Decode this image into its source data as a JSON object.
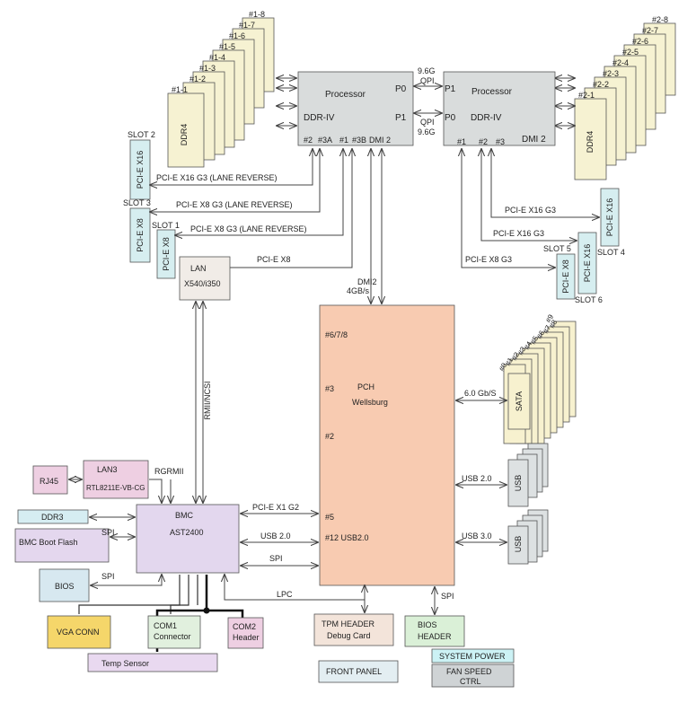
{
  "processors": {
    "cpu1": {
      "title": "Processor",
      "mem_label": "DDR-IV",
      "p0": "P0",
      "p1": "P1",
      "port_labels": [
        "#2",
        "#3A",
        "#1",
        "#3B",
        "DMI 2"
      ]
    },
    "cpu2": {
      "title": "Processor",
      "mem_label": "DDR-IV",
      "p1": "P1",
      "p0": "P0",
      "dmi": "DMI 2",
      "port_labels": [
        "#1",
        "#2",
        "#3"
      ]
    },
    "qpi": {
      "top_speed": "9.6G",
      "top_label": "QPI",
      "bottom_label": "QPI",
      "bottom_speed": "9.6G"
    }
  },
  "dimms": {
    "cpu1": [
      "#1-8",
      "#1-7",
      "#1-6",
      "#1-5",
      "#1-4",
      "#1-3",
      "#1-2",
      "#1-1"
    ],
    "cpu2": [
      "#2-8",
      "#2-7",
      "#2-6",
      "#2-5",
      "#2-4",
      "#2-3",
      "#2-2",
      "#2-1"
    ],
    "type_label": "DDR4"
  },
  "slots": {
    "slot2": {
      "name": "SLOT 2",
      "label": "PCI-E X16"
    },
    "slot3": {
      "name": "SLOT 3",
      "label": "PCI-E X8"
    },
    "slot1": {
      "name": "SLOT 1",
      "label": "PCI-E X8"
    },
    "slot4": {
      "name": "SLOT 4",
      "label": "PCI-E X16"
    },
    "slot5": {
      "name": "SLOT 5",
      "label": "PCI-E X8"
    },
    "slot6": {
      "name": "SLOT 6",
      "label": "PCI-E X16"
    }
  },
  "links": {
    "cpu1_slot2": "PCI-E X16 G3 (LANE REVERSE)",
    "cpu1_slot3": "PCI-E X8 G3 (LANE REVERSE)",
    "cpu1_slot1": "PCI-E X8 G3 (LANE REVERSE)",
    "cpu1_lan": "PCI-E X8",
    "dmi_line1": "DMI2",
    "dmi_line2": "4GB/s",
    "cpu2_slot4": "PCI-E X16 G3",
    "cpu2_slot6": "PCI-E X16 G3",
    "cpu2_slot5": "PCI-E X8 G3",
    "rmii": "RMII/NCSI",
    "rgrmii": "RGRMII",
    "bmc_pcie": "PCI-E X1 G2",
    "bmc_usb": "USB 2.0",
    "bmc_spi": "SPI",
    "lpc": "LPC",
    "pch_bios_spi": "SPI",
    "ddr3_spi": "SPI",
    "bios_spi": "SPI",
    "sata_speed": "6.0 Gb/S",
    "usb2": "USB 2.0",
    "usb3": "USB 3.0"
  },
  "lan": {
    "title": "LAN",
    "model": "X540/i350"
  },
  "pch": {
    "title": "PCH",
    "name": "Wellsburg",
    "p678": "#6/7/8",
    "p3": "#3",
    "p2": "#2",
    "p5": "#5",
    "p12": "#12 USB2.0"
  },
  "sata": {
    "label": "SATA",
    "port_labels": [
      "#0",
      "#1",
      "#2",
      "#3",
      "#4",
      "#5",
      "#6",
      "#7",
      "#8",
      "#9"
    ]
  },
  "usb": {
    "label": "USB"
  },
  "bmc": {
    "title": "BMC",
    "model": "AST2400"
  },
  "lan3": {
    "title": "LAN3",
    "model": "RTL8211E-VB-CG"
  },
  "boxes": {
    "rj45": "RJ45",
    "ddr3": "DDR3",
    "boot_flash": "BMC Boot Flash",
    "bios": "BIOS",
    "vga": "VGA CONN",
    "com1_l1": "COM1",
    "com1_l2": "Connector",
    "com2_l1": "COM2",
    "com2_l2": "Header",
    "temp": "Temp Sensor",
    "tpm_l1": "TPM HEADER",
    "tpm_l2": "Debug Card",
    "bios_hdr_l1": "BIOS",
    "bios_hdr_l2": "HEADER",
    "front_panel": "FRONT PANEL",
    "sys_power": "SYSTEM POWER",
    "fan_l1": "FAN SPEED",
    "fan_l2": "CTRL"
  },
  "colors": {
    "dimm": "#f6f2d2",
    "cpu": "#d9dcdc",
    "slot": "#d6eef0",
    "lan": "#f1ece7",
    "pch": "#f8cbb1",
    "sata": "#f7f1cf",
    "usb": "#dde1e2",
    "bmc": "#e3d7ee",
    "lan3": "#eecfe2",
    "ddr3": "#d6edf2",
    "vga": "#f5d66a",
    "com": "#e1f0de",
    "tpm": "#f3e4da",
    "bios_hdr": "#daf0d7",
    "sys_power": "#ccf2f5",
    "fan": "#cfd3d5",
    "front": "#e3eef2",
    "temp": "#e9d9f0",
    "boot_flash": "#e4d7ee",
    "bios": "#d7e8f0"
  }
}
